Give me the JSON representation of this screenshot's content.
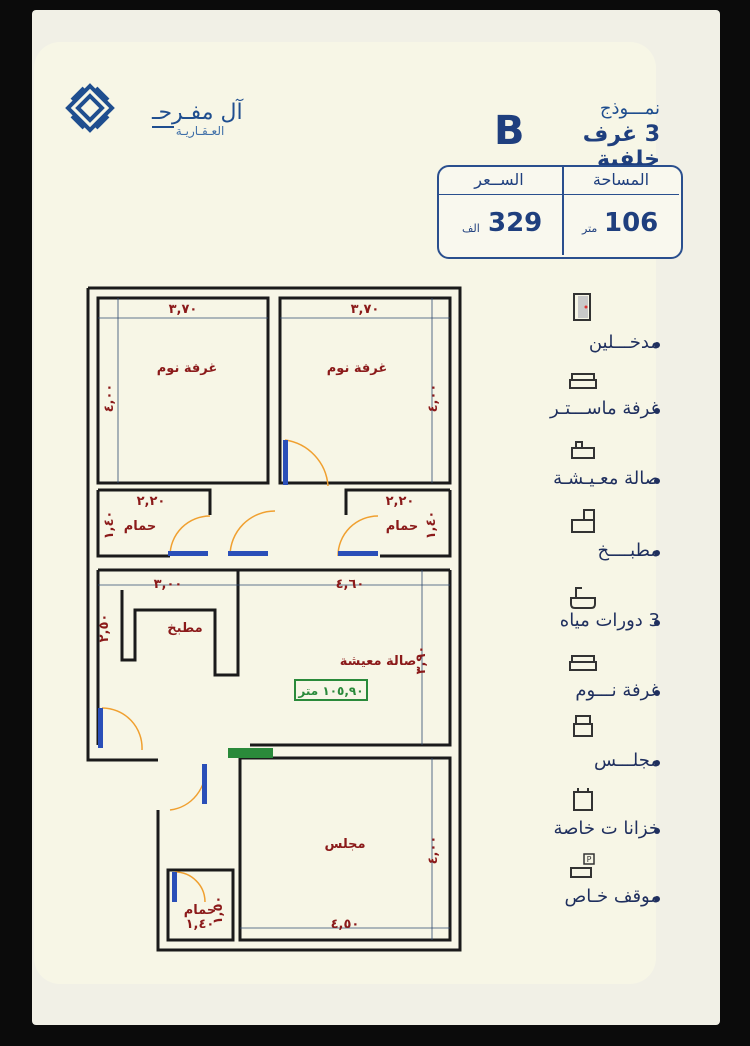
{
  "brand": {
    "name": "آل مفـرحـ",
    "subtitle": "العـقـاريـة"
  },
  "model": {
    "title": "نمـــوذج",
    "letter": "B",
    "subtitle": "3 غرف خلفية"
  },
  "info": {
    "area_label": "المساحة",
    "area_value": "106",
    "area_unit": "متر",
    "price_label": "الســعر",
    "price_value": "329",
    "price_unit": "الف"
  },
  "features": [
    {
      "label": "مدخـــلين",
      "icon": "door-icon"
    },
    {
      "label": "غرفة ماســـتـر",
      "icon": "bed-icon"
    },
    {
      "label": "صالة معـيـشـة",
      "icon": "sofa-icon"
    },
    {
      "label": "مطبــــخ",
      "icon": "kitchen-icon"
    },
    {
      "label": "3 دورات مياه",
      "icon": "bathtub-icon"
    },
    {
      "label": "غرفة نـــوم",
      "icon": "bed-icon"
    },
    {
      "label": "مجلـــس",
      "icon": "armchair-icon"
    },
    {
      "label": "خزانا ت خاصة",
      "icon": "water-tank-icon"
    },
    {
      "label": "موقف خـاص",
      "icon": "parking-icon"
    }
  ],
  "plan": {
    "bedroom_1": "غرفة نوم",
    "bedroom_2": "غرفة نوم",
    "dim_bedroom_1_w": "٣,٧٠",
    "dim_bedroom_2_w": "٣,٧٠",
    "dim_bedroom_1_h": "٤,٠٠",
    "dim_bedroom_2_h": "٤,٠٠",
    "bath_1": "حمام",
    "bath_2": "حمام",
    "bath_3": "حمام",
    "dim_bath_1_w": "٢,٢٠",
    "dim_bath_2_w": "٢,٢٠",
    "dim_bath_1_h": "١,٤٠",
    "dim_bath_2_h": "١,٤٠",
    "kitchen": "مطبخ",
    "dim_kitchen_w": "٣,٠٠",
    "dim_kitchen_h": "٢,٥٠",
    "living": "صالة معيشة",
    "dim_living_w": "٤,٦٠",
    "dim_living_h": "٣,٩٠",
    "total_area": "١٠٥,٩٠ متر",
    "majlis": "مجلس",
    "dim_majlis_w": "٤,٥٠",
    "dim_majlis_h": "٤,٠٠",
    "dim_bath_3_w": "١,٤٠",
    "dim_bath_3_h": "١,٥٠"
  },
  "colors": {
    "brand_blue": "#1f3f7e",
    "plan_text": "#8b1a1a",
    "door_orange": "#f0a030",
    "door_blue": "#2a4fb8",
    "area_green": "#2a8a3a"
  }
}
